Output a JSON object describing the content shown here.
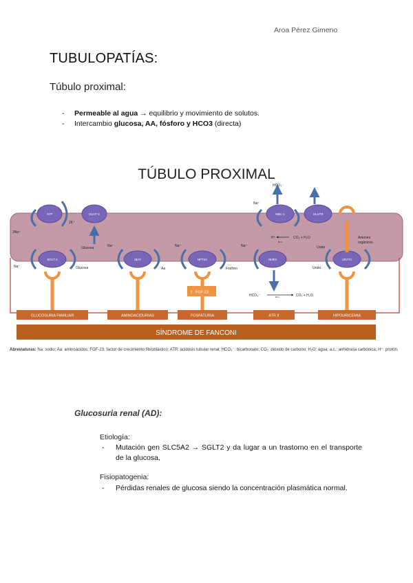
{
  "header": {
    "author": "Aroa Pérez Gimeno"
  },
  "title": "TUBULOPATÍAS:",
  "subtitle": "Túbulo proximal:",
  "bullets": [
    {
      "bold": "Permeable al agua",
      "rest": " → equilibrio y movimiento de solutos."
    },
    {
      "pre": "Intercambio ",
      "bold": "glucosa, AA, fósforo y HCO3",
      "rest": " (directa)"
    }
  ],
  "figure": {
    "title": "TÚBULO PROXIMAL",
    "transporters": {
      "atp": "ATP",
      "glut2": "GLUT-2",
      "nbc1": "NBC-1",
      "glut9": "GLUT9",
      "sglt2": "SGLT-2",
      "rbat": "rBAT",
      "npt2a": "NPT2A",
      "nhe3": "NHE3",
      "urat1": "URAT1"
    },
    "ions": {
      "k3na": "3Na⁺",
      "k2": "2K⁺",
      "na1": "Na⁺",
      "na2": "Na⁺",
      "na3": "Na⁺",
      "na4": "Na⁺",
      "na5": "Na⁺",
      "glucosa_up": "Glucosa",
      "glucosa_low": "Glucosa",
      "aa": "Aa",
      "fosforo": "Fósforo",
      "hco3_top": "HCO₃⁻",
      "h_plus": "H⁺",
      "co2_h2o_top": "CO₂ + H₂O",
      "ac_top": "a.c.",
      "hco3_bottom": "HCO₃⁻",
      "ac_bottom": "a.c.",
      "co2_h2o_bottom": "CO₂ + H₂O",
      "urato1": "Urato",
      "urato2": "Urato",
      "aniones": "Aniones",
      "organicos": "orgánicos",
      "fgf23": "FGF-23"
    },
    "diseases": [
      "GLUCOSURIA FAMILIAR",
      "AMINOACIDURIAS",
      "FOSFATURIA",
      "ATR II",
      "HIPOURICEMIA"
    ],
    "fanconi": "SÍNDROME DE FANCONI"
  },
  "caption": {
    "bold": "Abreviaturas:",
    "text": " Na: sodio; Aa: aminoácidos; FGF-23: factor de crecimiento fibroblástico; ATR: acidosis tubular renal; HCO₃⁻: bicarbonato; CO₂: dióxido de carbono; H₂O: agua; a.c.: anhidrasa carbónica; H⁺: protón."
  },
  "section": {
    "title": "Glucosuria renal (AD):",
    "etiologia_label": "Etiología:",
    "etiologia_text": "Mutación gen SLC5A2 → SGLT2 y da lugar a un trastorno en el transporte de la glucosa,",
    "fisio_label": "Fisiopatogenia:",
    "fisio_text": "Pérdidas renales de glucosa siendo la concentración plasmática normal.",
    "dash": "-"
  },
  "colors": {
    "membrane": "#c49aa8",
    "transporter": "#7a66b8",
    "arrow": "#4a6fa8",
    "orange": "#f0923f",
    "disease_box": "#c8682a",
    "fanconi_box": "#b8601f",
    "red_line": "#c0392b"
  }
}
